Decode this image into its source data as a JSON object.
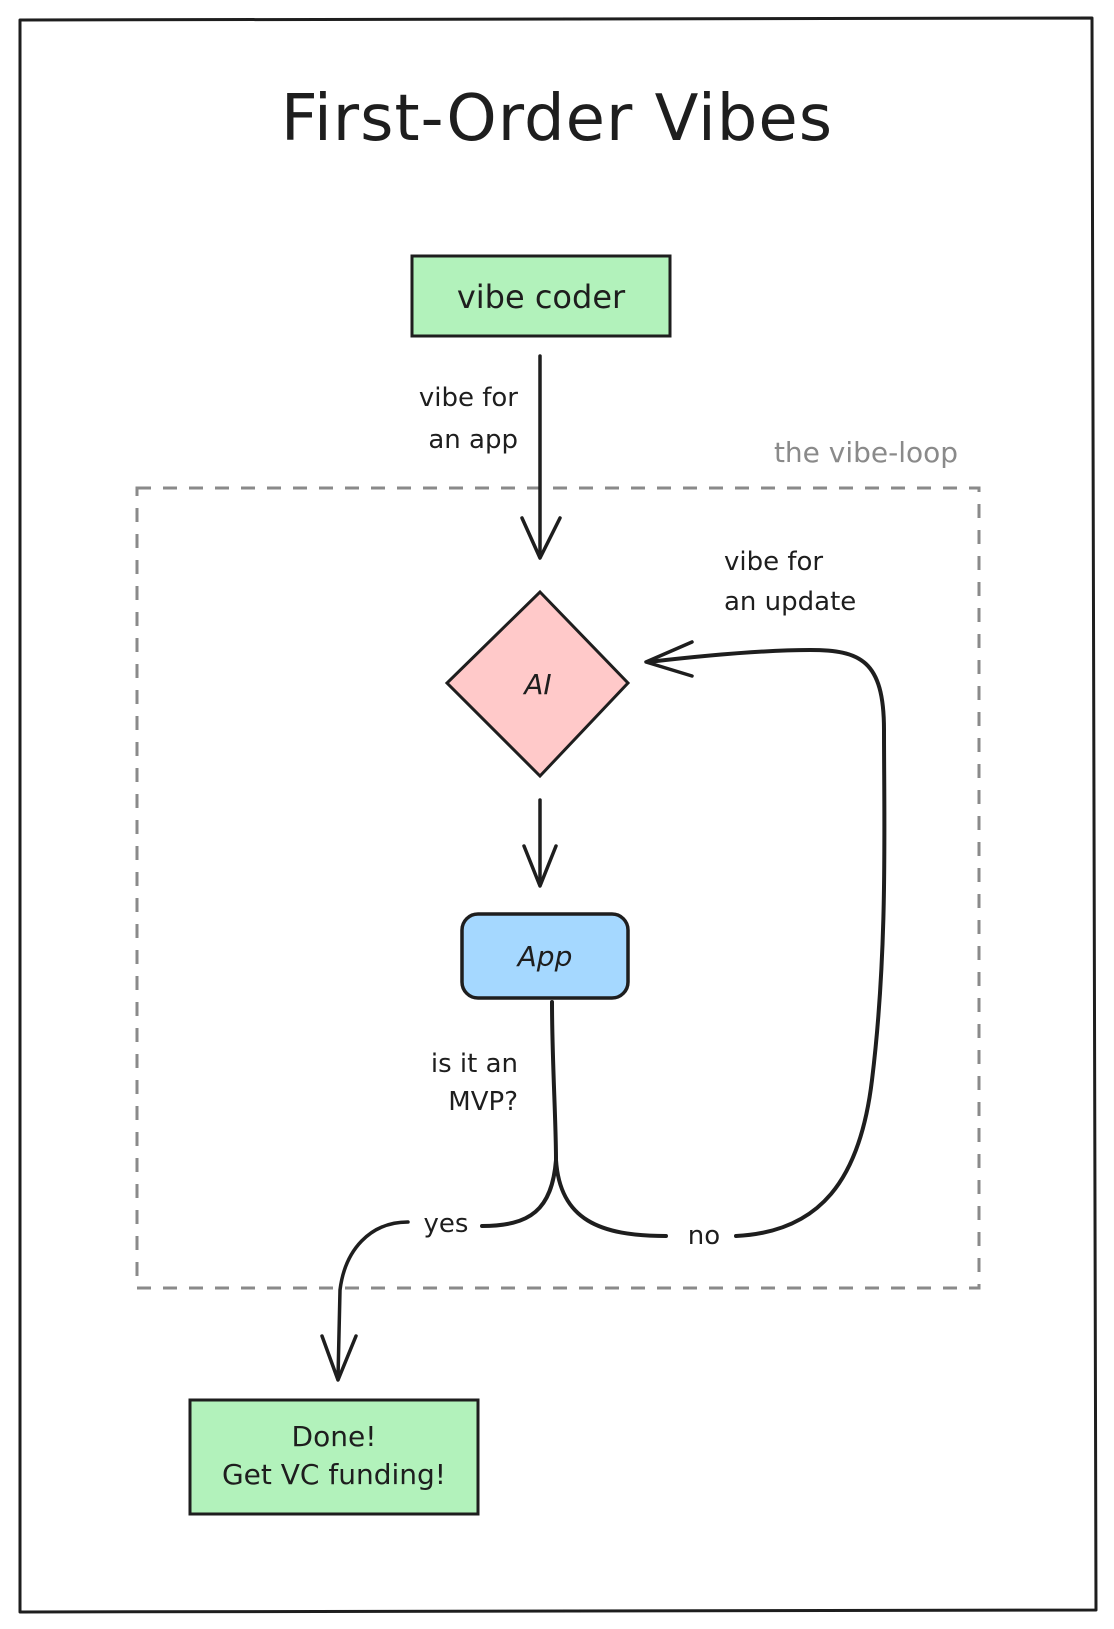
{
  "diagram": {
    "title": "First-Order Vibes",
    "group_label": "the vibe-loop",
    "nodes": {
      "vibe_coder": {
        "label": "vibe coder",
        "shape": "rectangle",
        "color": "#b2f2bb"
      },
      "ai": {
        "label": "AI",
        "shape": "diamond",
        "color": "#ffc9c9"
      },
      "app": {
        "label": "App",
        "shape": "rounded-rectangle",
        "color": "#a5d8ff"
      },
      "done": {
        "label_line1": "Done!",
        "label_line2": "Get VC funding!",
        "shape": "rectangle",
        "color": "#b2f2bb"
      }
    },
    "edges": {
      "coder_to_ai": {
        "label_line1": "vibe for",
        "label_line2": "an app"
      },
      "ai_to_app": {
        "label": ""
      },
      "app_question": {
        "label_line1": "is it an",
        "label_line2": "MVP?"
      },
      "yes_branch": {
        "label": "yes"
      },
      "no_branch": {
        "label": "no"
      },
      "update_loop": {
        "label_line1": "vibe for",
        "label_line2": "an update"
      }
    },
    "colors": {
      "ink": "#1e1e1e",
      "group_border": "#8a8a8a",
      "background": "#ffffff"
    }
  }
}
